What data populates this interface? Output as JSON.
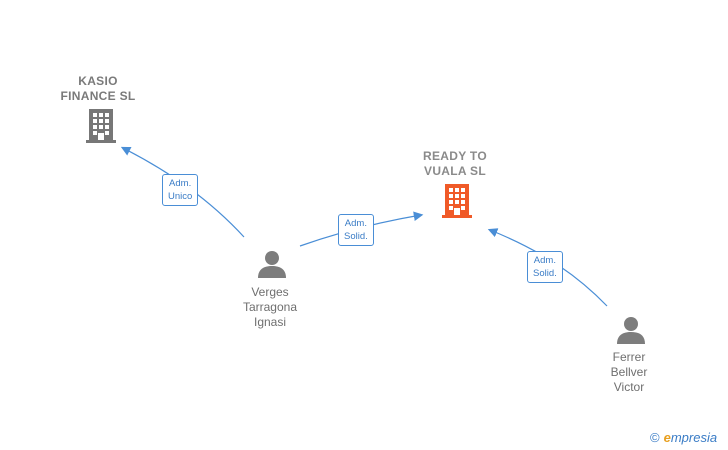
{
  "companies": [
    {
      "id": "kasio",
      "name": "KASIO\nFINANCE  SL",
      "color": "#7a7a7a"
    },
    {
      "id": "ready",
      "name": "READY TO\nVUALA  SL",
      "color": "#f05a28"
    }
  ],
  "people": [
    {
      "id": "verges",
      "name": "Verges\nTarragona\nIgnasi"
    },
    {
      "id": "ferrer",
      "name": "Ferrer\nBellver\nVictor"
    }
  ],
  "edges": [
    {
      "from": "verges",
      "to": "kasio",
      "label": "Adm.\nUnico"
    },
    {
      "from": "verges",
      "to": "ready",
      "label": "Adm.\nSolid."
    },
    {
      "from": "ferrer",
      "to": "ready",
      "label": "Adm.\nSolid."
    }
  ],
  "brand": {
    "copyright": "©",
    "name_initial": "e",
    "name_rest": "mpresia"
  },
  "colors": {
    "edge": "#4a8ed6",
    "person": "#7d7d7d"
  }
}
